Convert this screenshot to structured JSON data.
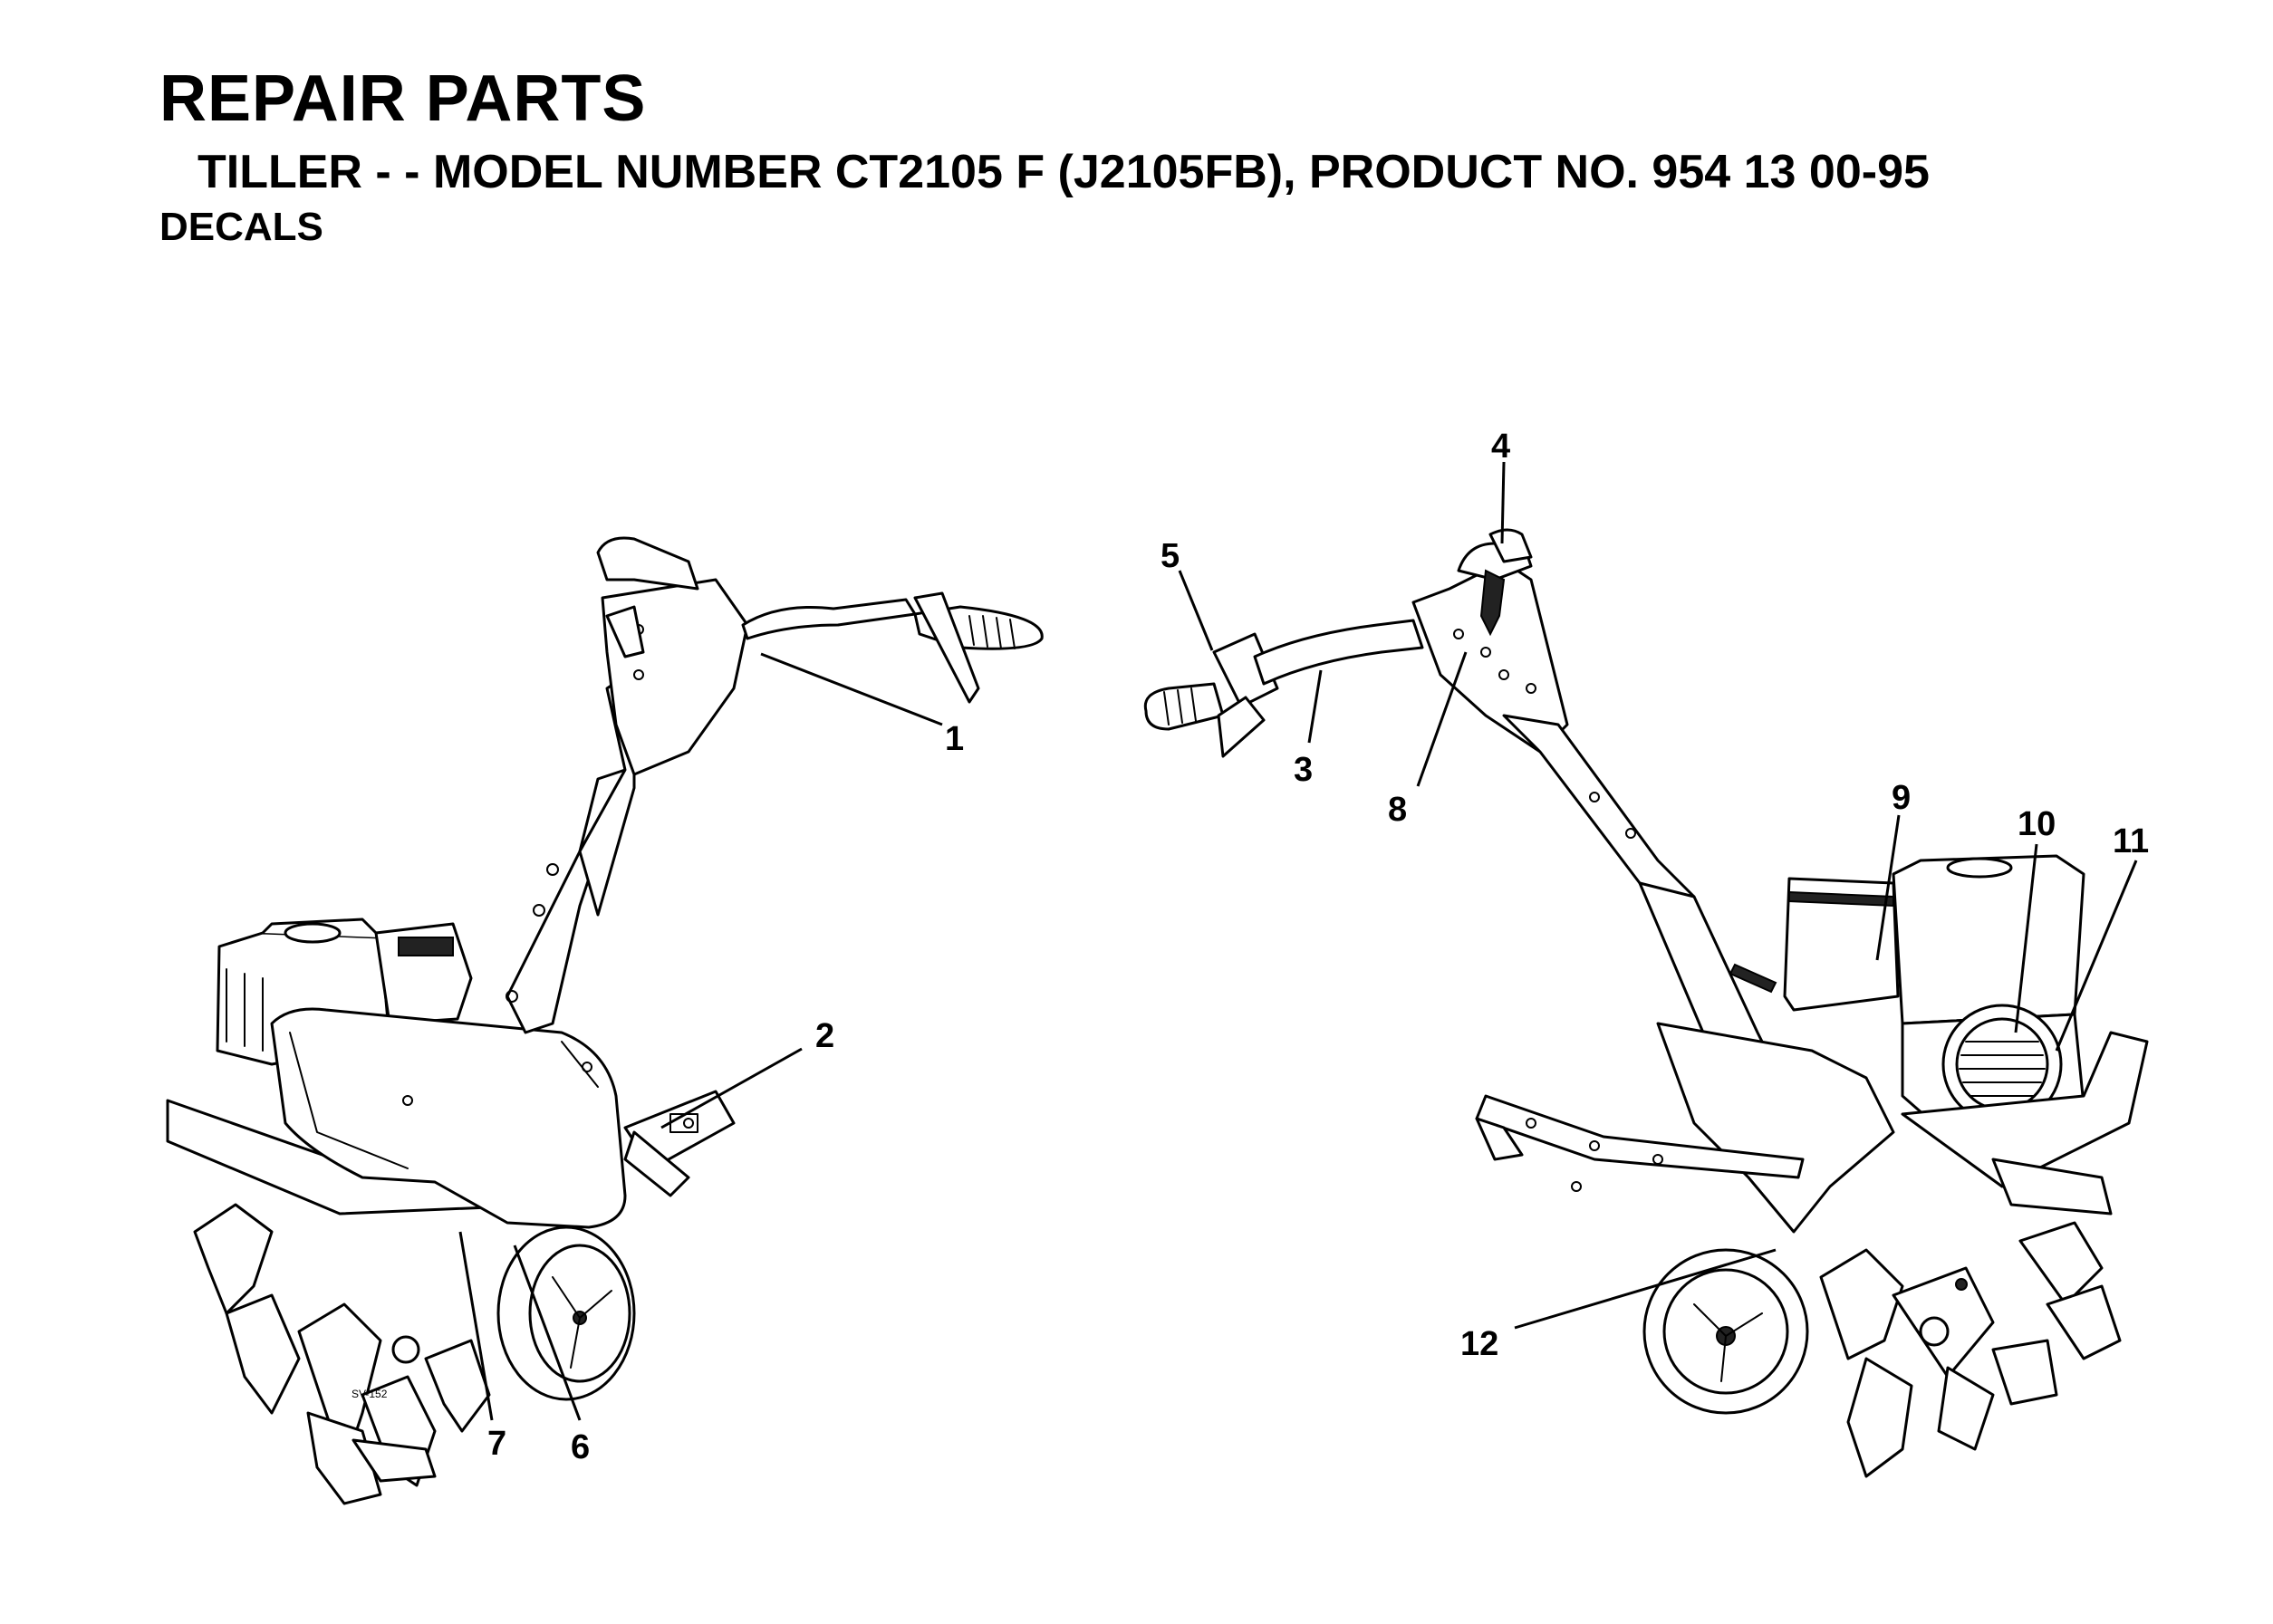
{
  "header": {
    "title": "REPAIR PARTS",
    "subtitle": "TILLER - - MODEL NUMBER CT2105 F (J2105FB), PRODUCT NO. 954 13 00-95",
    "section": "DECALS"
  },
  "figure": {
    "code": "SV-152",
    "callouts": [
      "1",
      "2",
      "3",
      "4",
      "5",
      "6",
      "7",
      "8",
      "9",
      "10",
      "11",
      "12"
    ]
  }
}
